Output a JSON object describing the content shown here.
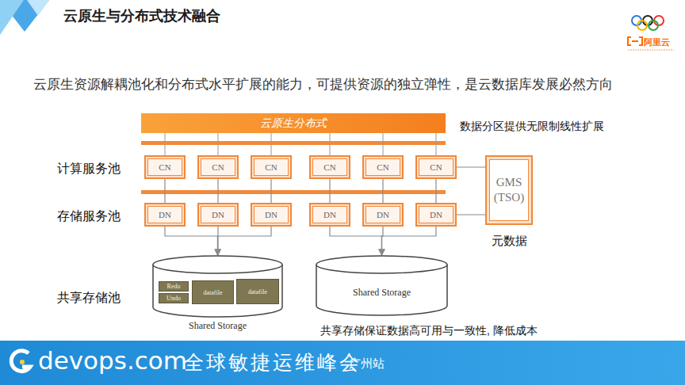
{
  "diagram": {
    "title": "云原生与分布式技术融合",
    "nodes": [
      {
        "text": [
          "云原生分布式"
        ]
      },
      {
        "text": [
          "CN"
        ]
      },
      {
        "text": [
          "CN"
        ]
      },
      {
        "text": [
          "CN"
        ]
      },
      {
        "text": [
          "CN"
        ]
      },
      {
        "text": [
          "CN"
        ]
      },
      {
        "text": [
          "CN"
        ]
      },
      {
        "text": [
          "GMS (TSO)"
        ]
      },
      {
        "text": [
          "DN"
        ]
      },
      {
        "text": [
          "DN"
        ]
      },
      {
        "text": [
          "DN"
        ]
      },
      {
        "text": [
          "DN"
        ]
      },
      {
        "text": [
          "DN"
        ]
      },
      {
        "text": [
          "DN"
        ]
      },
      {
        "text": [
          "Shared Storage"
        ]
      },
      {
        "text": [
          "Redo"
        ],
        "in": 14
      },
      {
        "text": [
          "Undo"
        ],
        "in": 14
      },
      {
        "text": [
          "datafile"
        ],
        "in": 14
      },
      {
        "text": [
          "datafile"
        ],
        "in": 14
      },
      {
        "text": [
          "Shared Storage"
        ]
      }
    ],
    "edges": [
      {
        "from": 1,
        "to": 8,
        "arrow": "none"
      },
      {
        "from": 2,
        "to": 9,
        "arrow": "none"
      },
      {
        "from": 3,
        "to": 10,
        "arrow": "none"
      },
      {
        "from": 4,
        "to": 11,
        "arrow": "none"
      },
      {
        "from": 5,
        "to": 12,
        "arrow": "none"
      },
      {
        "from": 6,
        "to": 13,
        "arrow": "none"
      },
      {
        "from": 6,
        "to": 7,
        "arrow": "none"
      },
      {
        "from": 13,
        "to": 7,
        "arrow": "none"
      },
      {
        "from": 8,
        "to": 14,
        "arrow": "to"
      },
      {
        "from": 9,
        "to": 14,
        "arrow": "to"
      },
      {
        "from": 10,
        "to": 14,
        "arrow": "to"
      },
      {
        "from": 11,
        "to": 19,
        "arrow": "to"
      },
      {
        "from": 12,
        "to": 19,
        "arrow": "to"
      },
      {
        "from": 13,
        "to": 19,
        "arrow": "to"
      }
    ],
    "labels": [
      "云原生资源解耦池化和分布式水平扩展的能力，可提供资源的独立弹性，是云数据库发展必然方向",
      "数据分区提供无限制线性扩展",
      "计算服务池",
      "存储服务池",
      "元数据",
      "共享存储池",
      "共享存储保证数据高可用与一致性, 降低成本",
      "阿里云",
      "devops.com",
      "全球敏捷运维峰会",
      "广州站"
    ]
  }
}
